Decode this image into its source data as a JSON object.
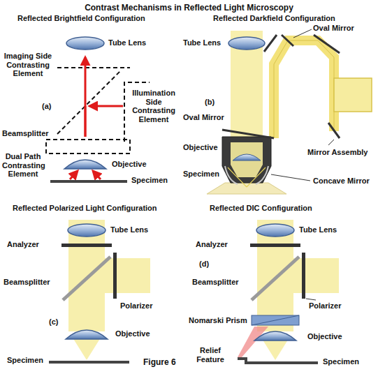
{
  "diagram": {
    "title": "Contrast Mechanisms in Reflected Light Microscopy",
    "caption": "Figure 6",
    "labels": [
      "Reflected Brightfield Configuration",
      "Tube Lens",
      "Imaging Side Contrasting Element",
      "Illumination Side Contrasting Element",
      "(a)",
      "Beamsplitter",
      "Dual Path Contrasting Element",
      "Objective",
      "Specimen",
      "Reflected Darkfield Configuration",
      "Tube Lens",
      "Oval Mirror",
      "Mirror Assembly",
      "(b)",
      "Oval Mirror",
      "Objective",
      "Concave Mirror",
      "Specimen",
      "Reflected Polarized Light Configuration",
      "Tube Lens",
      "Analyzer",
      "Beamsplitter",
      "Polarizer",
      "(c)",
      "Objective",
      "Specimen",
      "Reflected DIC Configuration",
      "Tube Lens",
      "Analyzer",
      "(d)",
      "Beamsplitter",
      "Nomarski Prism",
      "Polarizer",
      "Objective",
      "Relief Feature",
      "Specimen"
    ]
  }
}
